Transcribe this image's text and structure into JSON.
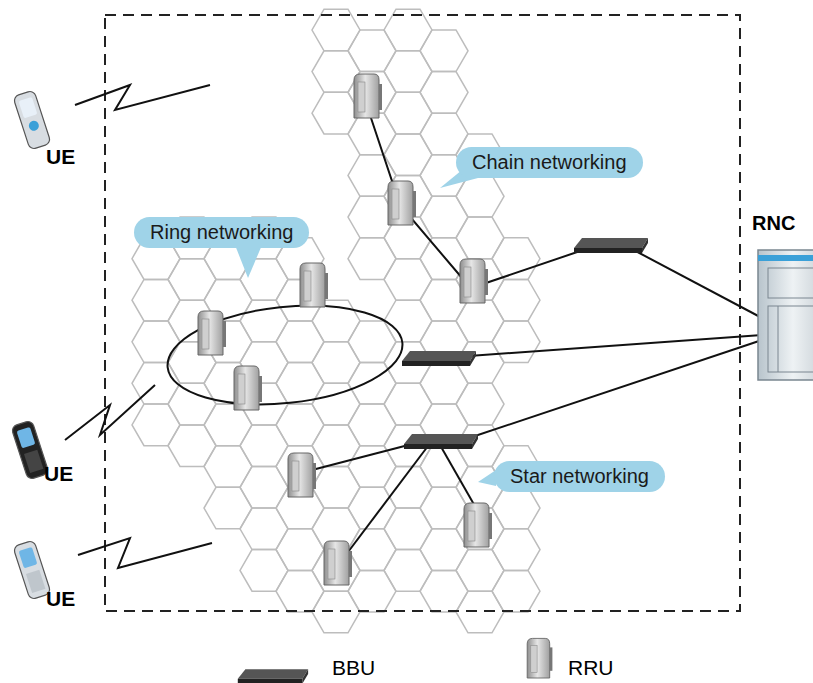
{
  "diagram": {
    "nodes": [
      {
        "text": [
          "Chain networking"
        ]
      },
      {
        "text": [
          "Ring networking"
        ]
      },
      {
        "text": [
          "Star networking"
        ]
      },
      {
        "text": [
          "RNC"
        ]
      }
    ],
    "labels": [
      "UE",
      "UE",
      "UE"
    ],
    "legend": [
      {
        "text": "BBU"
      },
      {
        "text": "RRU"
      }
    ]
  }
}
